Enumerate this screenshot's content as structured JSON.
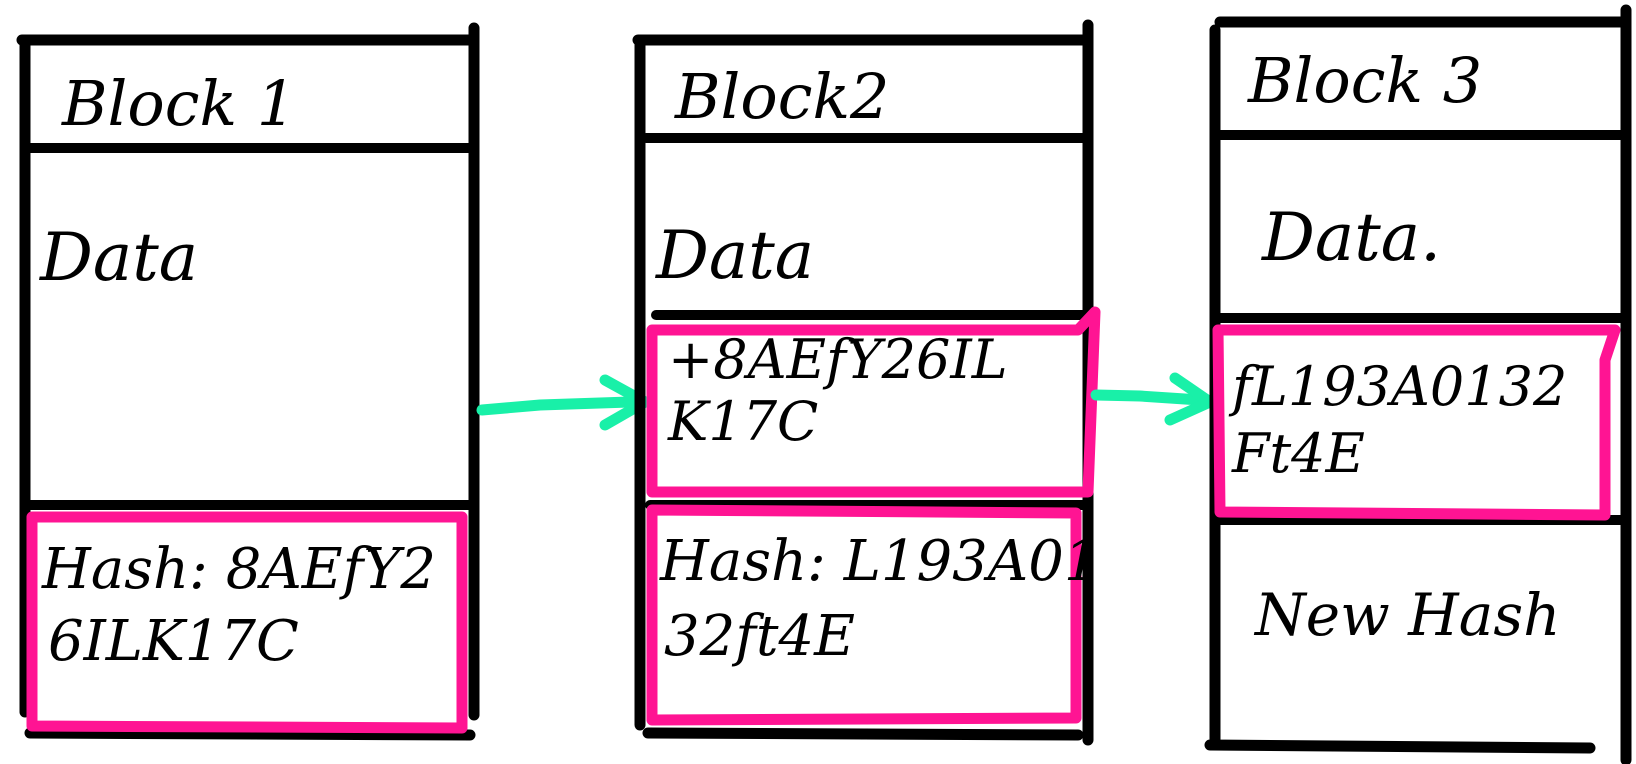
{
  "colors": {
    "ink": "#000000",
    "highlight": "#ff1493",
    "arrow": "#19f0a8",
    "background": "#ffffff"
  },
  "blocks": [
    {
      "title": "Block 1",
      "data_label": "Data",
      "hash_line1": "Hash: 8AEfY2",
      "hash_line2": "6ILK17C"
    },
    {
      "title": "Block2",
      "data_label": "Data",
      "prev_hash_line1": "+8AEfY26IL",
      "prev_hash_line2": "K17C",
      "hash_line1": "Hash: L193A01",
      "hash_line2": "32ft4E"
    },
    {
      "title": "Block 3",
      "data_label": "Data.",
      "prev_hash_line1": "fL193A0132",
      "prev_hash_line2": "Ft4E",
      "new_hash_label": "New Hash"
    }
  ]
}
